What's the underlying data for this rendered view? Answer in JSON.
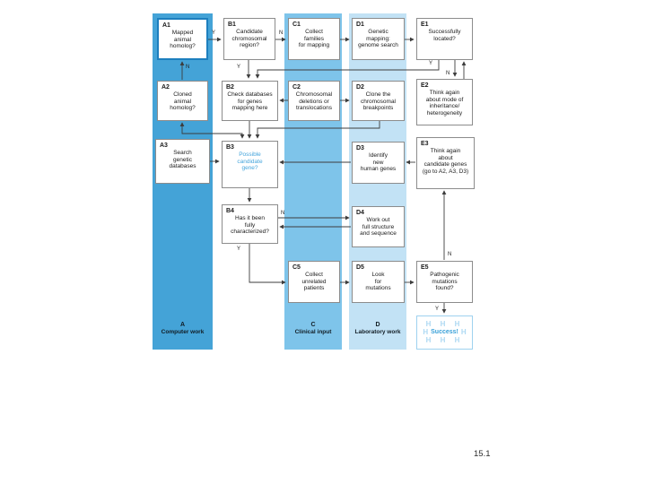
{
  "figure": {
    "number": "15.1"
  },
  "yn": {
    "Y": "Y",
    "N": "N"
  },
  "boxes": {
    "A1": {
      "id": "A1",
      "text": "Mapped\nanimal\nhomolog?"
    },
    "B1": {
      "id": "B1",
      "text": "Candidate\nchromosomal\nregion?"
    },
    "C1": {
      "id": "C1",
      "text": "Collect\nfamilies\nfor mapping"
    },
    "D1": {
      "id": "D1",
      "text": "Genetic\nmapping:\ngenome search"
    },
    "E1": {
      "id": "E1",
      "text": "Successfully\nlocated?"
    },
    "A2": {
      "id": "A2",
      "text": "Cloned\nanimal\nhomolog?"
    },
    "B2": {
      "id": "B2",
      "text": "Check databases\nfor genes\nmapping here"
    },
    "C2": {
      "id": "C2",
      "text": "Chromosomal\ndeletions or\ntranslocations"
    },
    "D2": {
      "id": "D2",
      "text": "Clone the\nchromosomal\nbreakpoints"
    },
    "E2": {
      "id": "E2",
      "text": "Think again\nabout mode of\ninheritance/\nheterogeneity"
    },
    "A3": {
      "id": "A3",
      "text": "Search\ngenetic\ndatabases"
    },
    "B3": {
      "id": "B3",
      "text": "Possible\ncandidate\ngene?"
    },
    "D3": {
      "id": "D3",
      "text": "Identify\nnew\nhuman genes"
    },
    "E3": {
      "id": "E3",
      "text": "Think again\nabout\ncandidate genes\n(go to A2, A3, D3)"
    },
    "B4": {
      "id": "B4",
      "text": "Has it been\nfully\ncharacterized?"
    },
    "D4": {
      "id": "D4",
      "text": "Work out\nfull structure\nand sequence"
    },
    "C5": {
      "id": "C5",
      "text": "Collect\nunrelated\npatients"
    },
    "D5": {
      "id": "D5",
      "text": "Look\nfor\nmutations"
    },
    "E5": {
      "id": "E5",
      "text": "Pathogenic\nmutations\nfound?"
    }
  },
  "columns": {
    "A": {
      "id": "A",
      "label": "Computer work"
    },
    "C": {
      "id": "C",
      "label": "Clinical input"
    },
    "D": {
      "id": "D",
      "label": "Laboratory work"
    }
  },
  "success": {
    "decor_row": "H H H",
    "decor_side": "H",
    "title": "Success!"
  },
  "colors": {
    "band_computer": "#44a3d7",
    "band_clinical": "#7ec4ea",
    "band_laboratory": "#c2e2f5",
    "highlight_border": "#1d7fbe",
    "candidate_text": "#45a5dc",
    "success_accent": "#38a0d8"
  }
}
